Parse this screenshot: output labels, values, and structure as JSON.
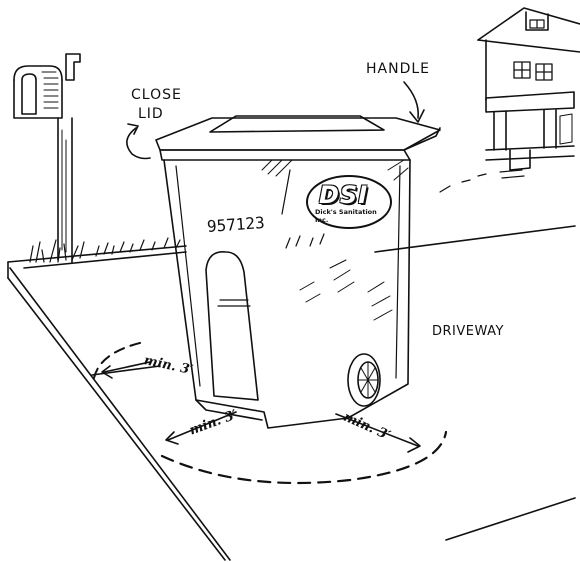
{
  "labels": {
    "close_line1": "CLOSE",
    "close_line2": "LID",
    "handle": "HANDLE",
    "driveway": "DRIVEWAY",
    "min_left": "min. 3′",
    "min_front": "min. 3′",
    "min_right": "min. 3′"
  },
  "cart": {
    "number": "957123",
    "brand": "DSI",
    "brand_full": "Dick's Sanitation Inc."
  },
  "icons": [
    "mailbox-icon",
    "house-icon",
    "trash-cart-icon",
    "rotation-arrow-icon",
    "pointer-arrow-icon",
    "wheel-icon"
  ],
  "colors": {
    "ink": "#111111",
    "background": "#ffffff"
  }
}
